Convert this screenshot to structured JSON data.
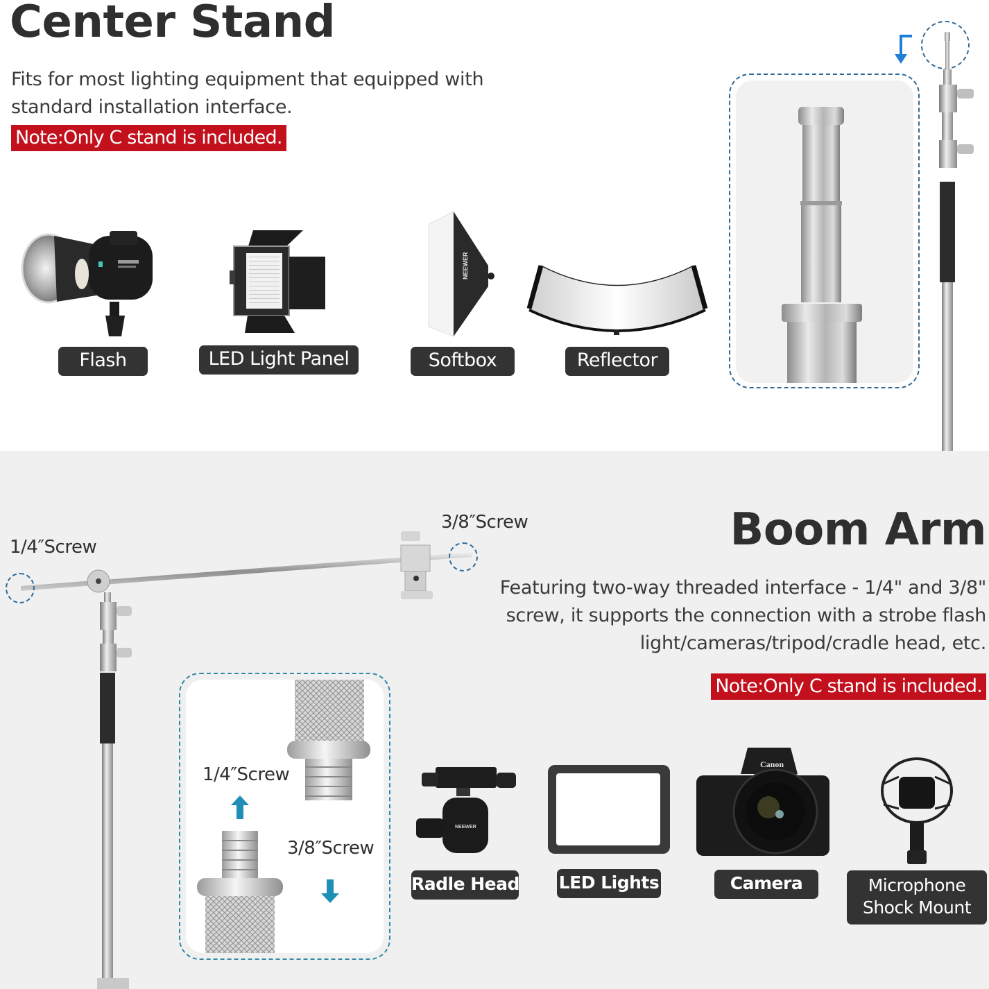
{
  "center_stand": {
    "title": "Center Stand",
    "description_line1": "Fits for most lighting equipment that equipped with",
    "description_line2": "standard installation interface.",
    "note": "Note:Only C stand is included.",
    "compatible_items": [
      {
        "label": "Flash",
        "icon": "flash-strobe-icon"
      },
      {
        "label": "LED Light Panel",
        "icon": "led-panel-icon"
      },
      {
        "label": "Softbox",
        "icon": "softbox-icon"
      },
      {
        "label": "Reflector",
        "icon": "reflector-icon"
      }
    ],
    "softbox_brand": "NEEWER"
  },
  "boom_arm": {
    "title": "Boom Arm",
    "description_line1": "Featuring two-way threaded interface - 1/4\" and 3/8\"",
    "description_line2": "screw, it supports the connection with a strobe flash",
    "description_line3": "light/cameras/tripod/cradle head, etc.",
    "note": "Note:Only C stand is included.",
    "screw_left_label": "1/4″Screw",
    "screw_right_label": "3/8″Screw",
    "detail_quarter_label": "1/4″Screw",
    "detail_three_eighths_label": "3/8″Screw",
    "compatible_items": [
      {
        "label": "Radle Head",
        "icon": "ball-head-icon"
      },
      {
        "label": "LED Lights",
        "icon": "led-light-icon"
      },
      {
        "label": "Camera",
        "icon": "camera-icon"
      },
      {
        "label_line1": "Microphone",
        "label_line2": "Shock Mount",
        "icon": "shock-mount-icon"
      }
    ],
    "camera_brand": "Canon",
    "ballhead_brand": "NEEWER"
  },
  "colors": {
    "note_red": "#c2101c",
    "pill_dark": "#333333",
    "dashed_blue": "#2e6a9a",
    "arrow_blue": "#1f7fd6",
    "arrow_teal": "#1f8fb5",
    "bottom_bg": "#f0f0f0"
  }
}
